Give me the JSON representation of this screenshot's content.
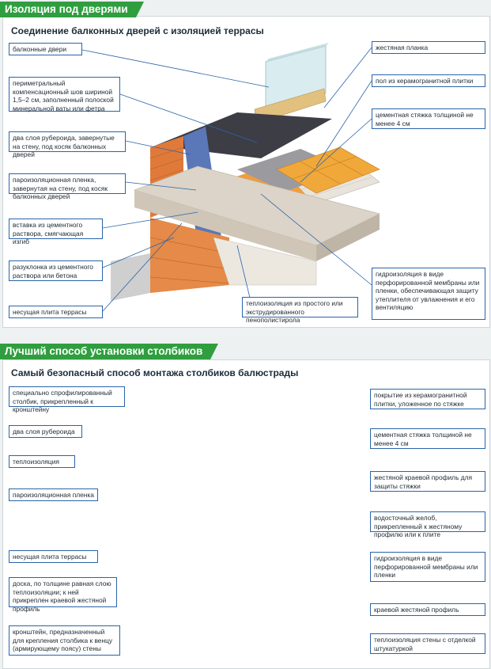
{
  "section1": {
    "heading": "Изоляция под дверями",
    "subtitle": "Соединение балконных дверей с изоляцией террасы",
    "labels_left": [
      "балконные двери",
      "периметральный компенсационный шов шириной 1,5–2 см, заполненный полоской минеральной ваты или фетра",
      "два слоя рубероида, завернутые на стену, под косяк балконных дверей",
      "пароизоляционная пленка, завернутая на стену, под косяк балконных дверей",
      "вставка из цементного раствора, смягчающая изгиб",
      "разуклонка из цементного раствора или бетона",
      "несущая плита террасы"
    ],
    "labels_right": [
      "жестяная планка",
      "пол из керамогранитной плитки",
      "цементная стяжка толщиной не менее 4 см",
      "гидроизоляция в виде перфорированной мембраны или пленки, обеспечивающая защиту утеплителя от увлажнения и его вентиляцию"
    ],
    "label_bottom": "теплоизоляция из простого или экструдированного пенополистирола"
  },
  "section2": {
    "heading": "Лучший способ установки столбиков",
    "subtitle": "Самый безопасный способ монтажа столбиков балюстрады",
    "labels_left": [
      "специально спрофилированный столбик, прикрепленный к кронштейну",
      "два слоя рубероида",
      "теплоизоляция",
      "пароизоляционная пленка",
      "несущая плита террасы",
      "доска, по толщине равная слою теплоизоляции; к ней прикреплен краевой жестяной профиль",
      "кронштейн, предназначенный для крепления столбика к венцу (армирующему поясу) стены"
    ],
    "labels_right": [
      "покрытие из керамогранитной плитки, уложенное по стяжке",
      "цементная стяжка толщиной не менее 4 см",
      "жестяной краевой профиль для защиты стяжки",
      "водосточный желоб, прикрепленный к жестяному профилю или к плите",
      "гидроизоляция в виде перфорированной мембраны или пленки",
      "краевой жестяной профиль",
      "теплоизоляция стены с отделкой штукатуркой"
    ]
  },
  "colors": {
    "accent_green": "#2f9e3f",
    "callout_border": "#2a64a8",
    "brick": "#e07a3a",
    "tile": "#f0a83a",
    "concrete": "#d8d2c8"
  }
}
